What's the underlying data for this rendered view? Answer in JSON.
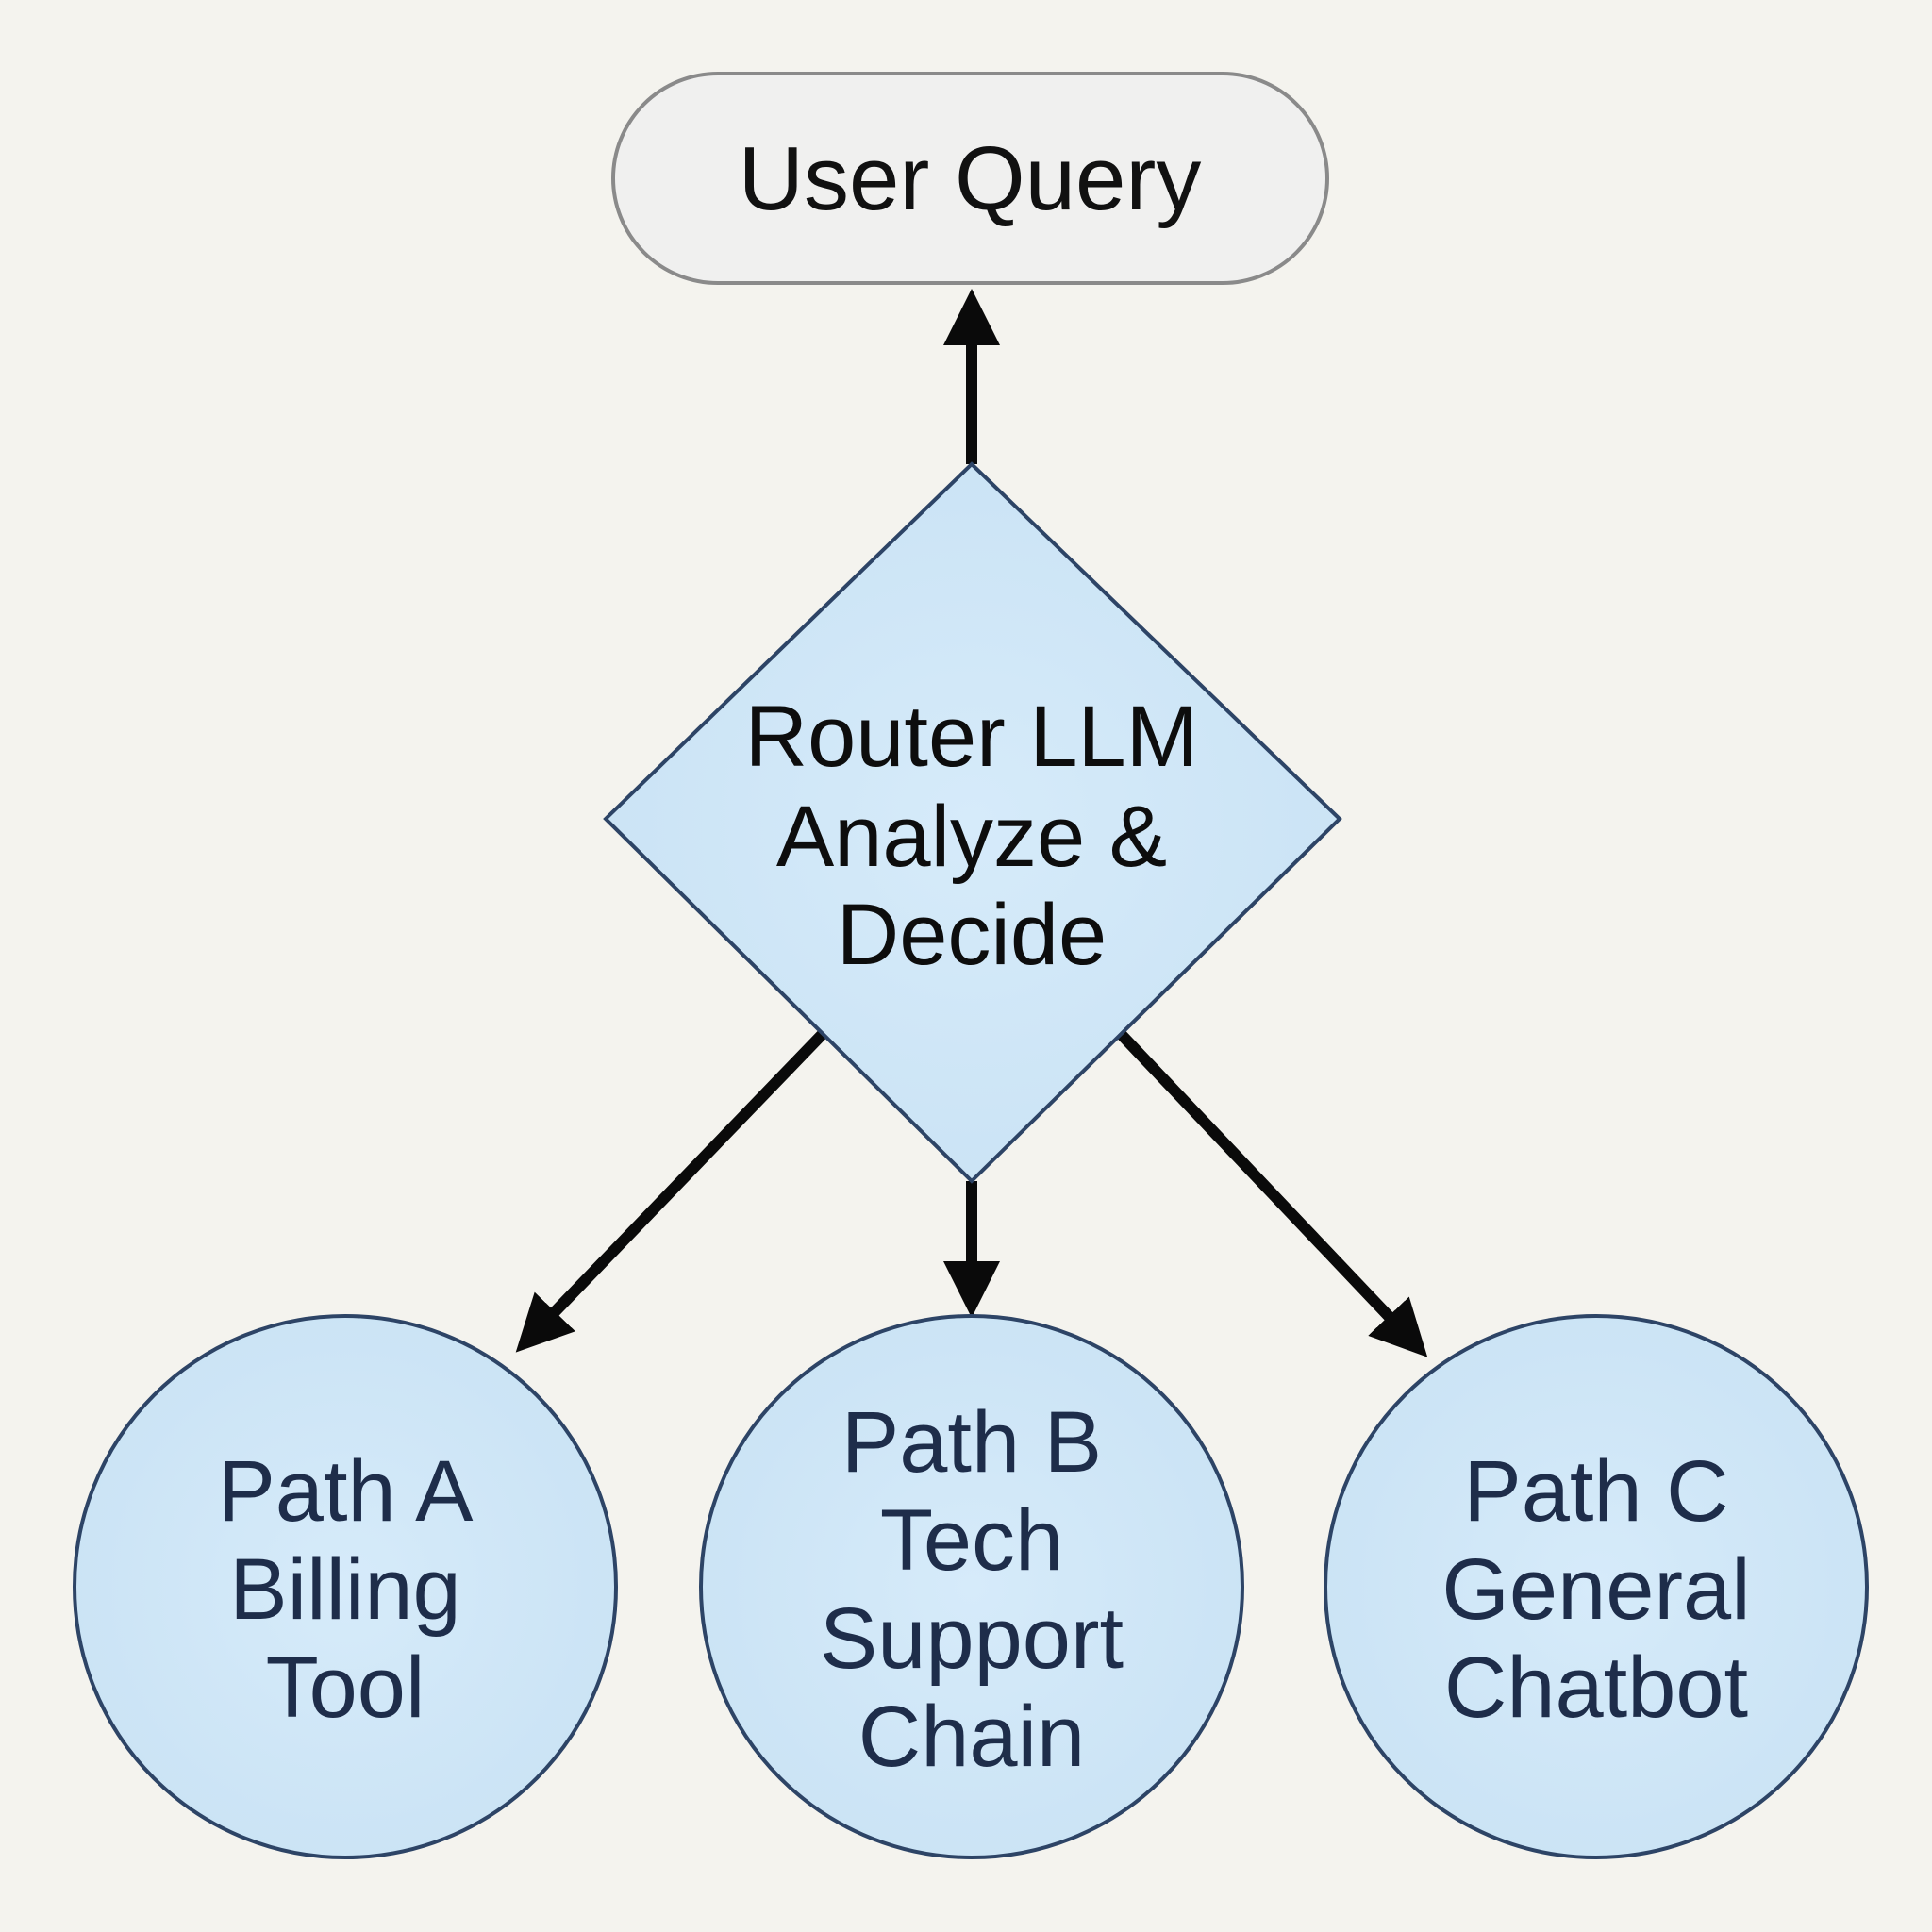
{
  "diagram": {
    "start_node": {
      "label": "User Query"
    },
    "decision_node": {
      "lines": [
        "Router LLM",
        "Analyze &",
        "Decide"
      ]
    },
    "paths": [
      {
        "lines": [
          "Path A",
          "Billing",
          "Tool"
        ]
      },
      {
        "lines": [
          "Path B",
          "Tech",
          "Support",
          "Chain"
        ]
      },
      {
        "lines": [
          "Path C",
          "General",
          "Chatbot"
        ]
      }
    ],
    "colors": {
      "background": "#f4f3ee",
      "start_fill": "#f0f0ef",
      "start_stroke": "#8a8a8a",
      "node_fill": "#d2e8f8",
      "node_stroke": "#2d4466",
      "arrow": "#0a0a0a"
    }
  }
}
